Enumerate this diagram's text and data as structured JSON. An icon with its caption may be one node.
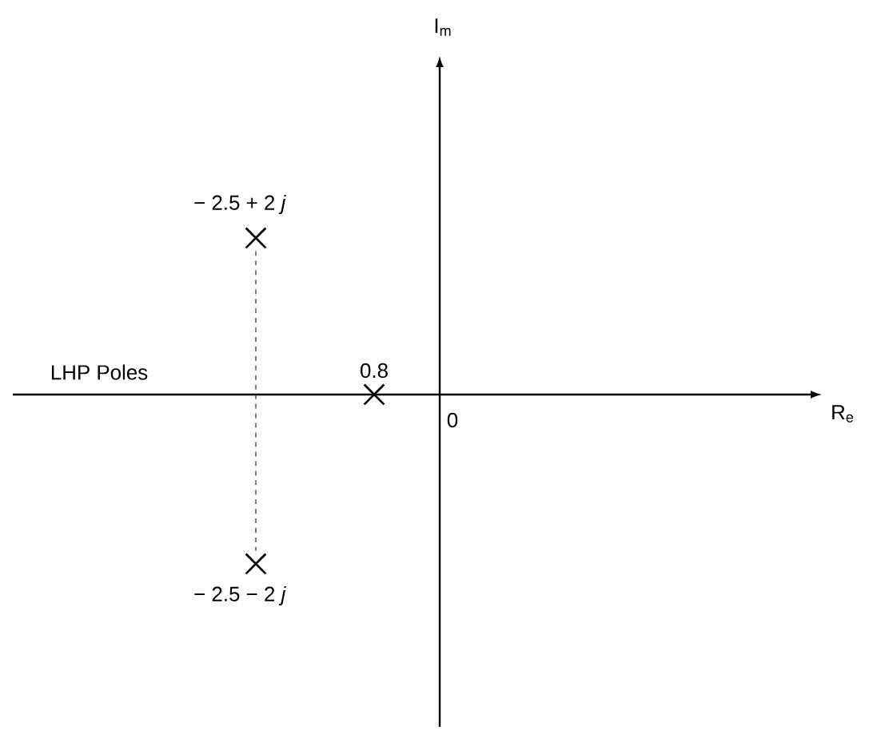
{
  "diagram": {
    "nodes": [
      {
        "text": [],
        "shape": "cross",
        "beside": [
          "− 2.5 + 2 *j*"
        ]
      },
      {
        "text": [],
        "shape": "cross",
        "beside": [
          "0.8"
        ]
      },
      {
        "text": [],
        "shape": "cross",
        "beside": [
          "− 2.5 − 2 *j*"
        ]
      }
    ],
    "edges": [
      {
        "from": 0,
        "to": 2,
        "arrow": "none",
        "style": "dashed"
      }
    ],
    "labels": [
      "I$_{m}$",
      "LHP Poles",
      "R$_{e}$",
      "0"
    ]
  }
}
